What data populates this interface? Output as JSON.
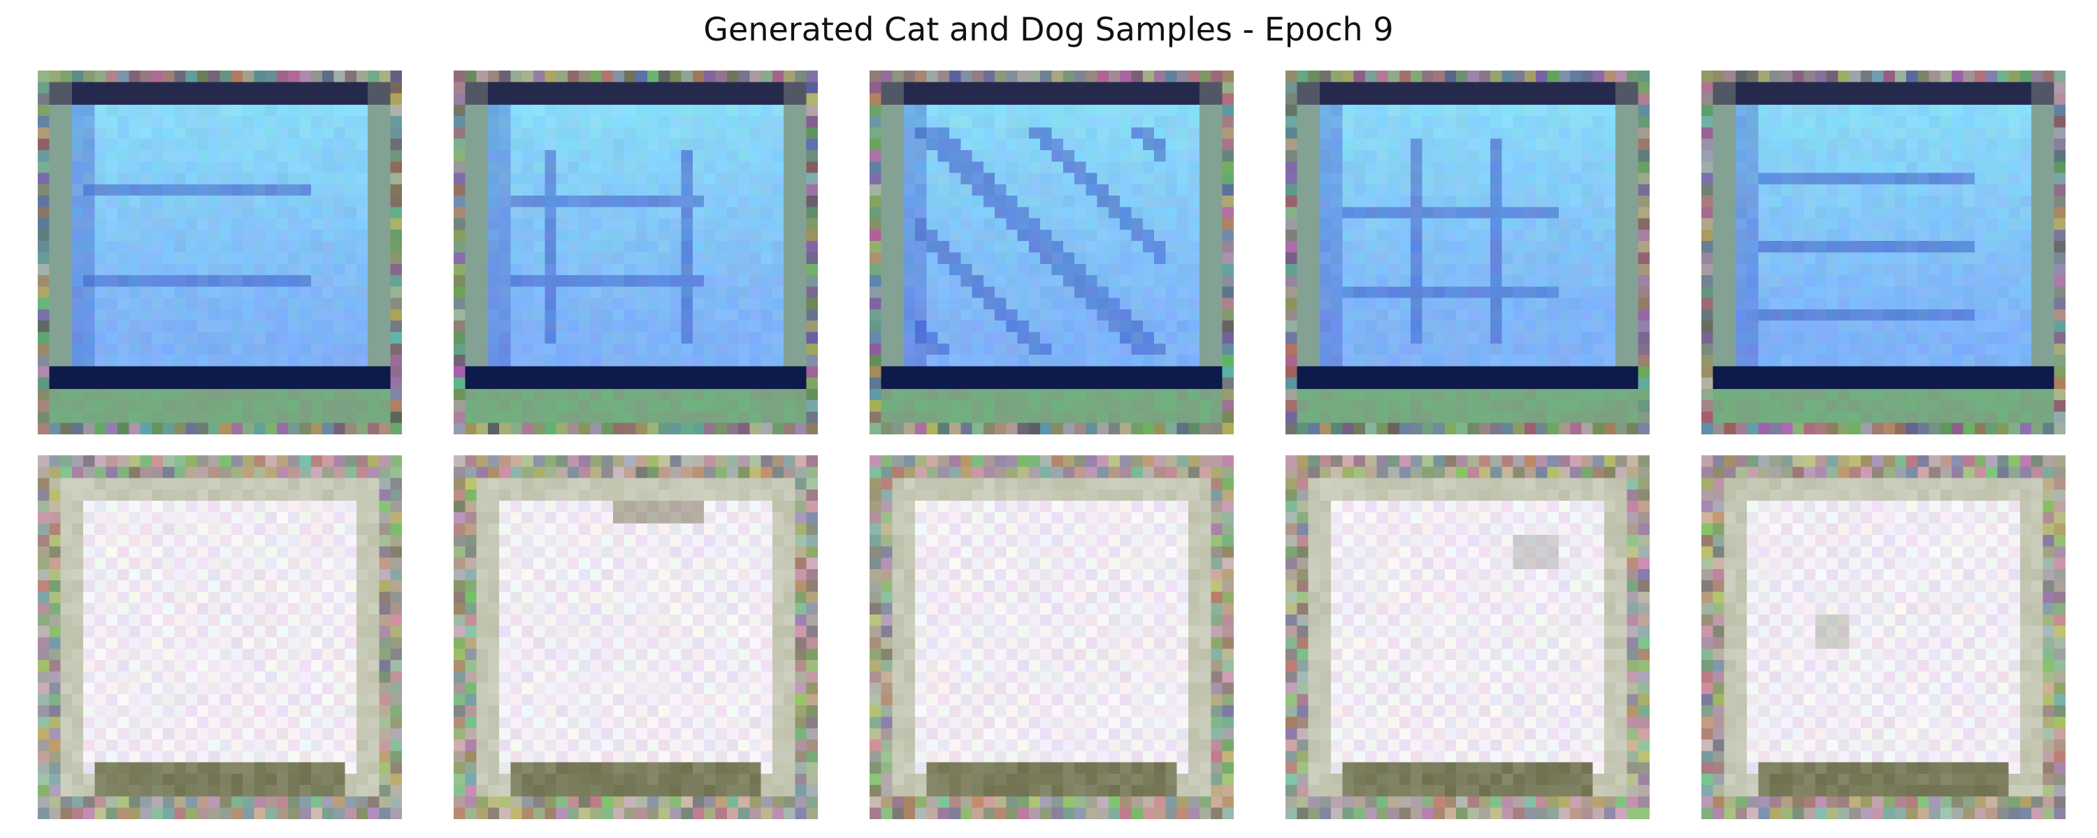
{
  "figure": {
    "title": "Generated Cat and Dog Samples - Epoch 9"
  },
  "rows": [
    {
      "name": "row-1",
      "palette": {
        "outer": "#8a8f86",
        "frame_top": "#1a1f46",
        "frame_bottom": "#0e1a4a",
        "fill": "#7fb6ff",
        "fill_light": "#8ce8ff",
        "blob": "#4a6fd4",
        "edge_green": "#5fc77a"
      },
      "samples": [
        {
          "pattern": "horizontal-stripes"
        },
        {
          "pattern": "grid"
        },
        {
          "pattern": "diagonal"
        },
        {
          "pattern": "grid-dark"
        },
        {
          "pattern": "horizontal-grid"
        }
      ]
    },
    {
      "name": "row-2",
      "palette": {
        "outer": "#a9ad8f",
        "fill": "#fbfafc",
        "fill_tint": "#f2e9f7",
        "bottom_band": "#6f7150",
        "edge_pink": "#e7a9d6"
      },
      "samples": [
        {
          "pattern": "plain"
        },
        {
          "pattern": "top-smudge"
        },
        {
          "pattern": "plain"
        },
        {
          "pattern": "spot-upper-right"
        },
        {
          "pattern": "spot-left"
        }
      ]
    }
  ]
}
